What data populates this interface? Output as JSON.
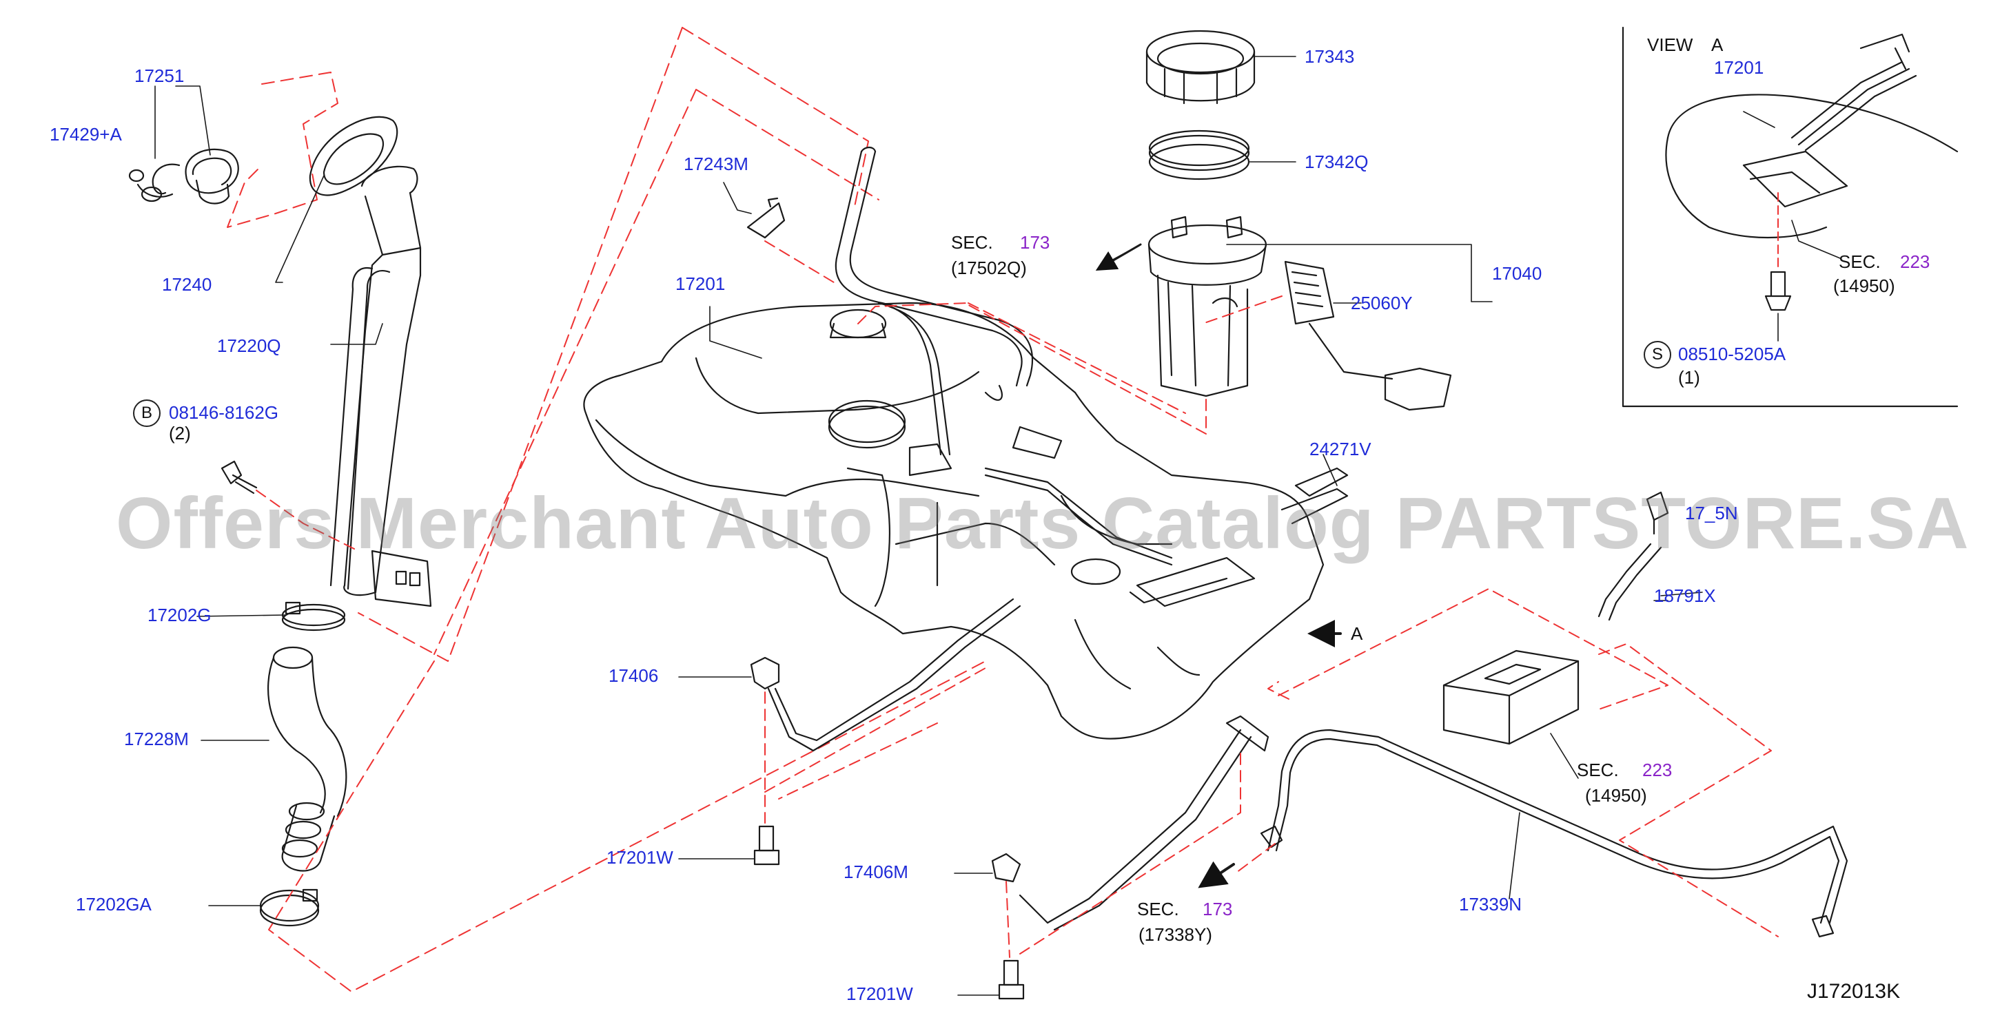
{
  "diagram_code": "J172013K",
  "watermark": "Offers Merchant Auto Parts Catalog PARTSTORE.SA",
  "view_a": {
    "title_view": "VIEW",
    "title_letter": "A",
    "part": "17201",
    "sec_word": "SEC.",
    "sec_num": "223",
    "sec_sub": "(14950)",
    "screw_symbol": "S",
    "screw_part": "08510-5205A",
    "screw_qty": "(1)"
  },
  "labels": {
    "p17251": "17251",
    "p17429a": "17429+A",
    "p17240": "17240",
    "p17220q": "17220Q",
    "bolt_symbol": "B",
    "bolt_part": "08146-8162G",
    "bolt_qty": "(2)",
    "p17202g": "17202G",
    "p17228m": "17228M",
    "p17202ga": "17202GA",
    "p17243m": "17243M",
    "p17201": "17201",
    "p17406": "17406",
    "p17201w_1": "17201W",
    "p17406m": "17406M",
    "p17201w_2": "17201W",
    "p17343": "17343",
    "p17342q": "17342Q",
    "p17040": "17040",
    "p25060y": "25060Y",
    "sec_top_word": "SEC.",
    "sec_top_num": "173",
    "sec_top_sub": "(17502Q)",
    "p24271v": "24271V",
    "p17_5n": "1⁠7_5N",
    "p18791x": "18791X",
    "arrow_a": "A",
    "sec_right_word": "SEC.",
    "sec_right_num": "223",
    "sec_right_sub": "(14950)",
    "sec_bot_word": "SEC.",
    "sec_bot_num": "173",
    "sec_bot_sub": "(17338Y)",
    "p17339n": "17339N"
  }
}
